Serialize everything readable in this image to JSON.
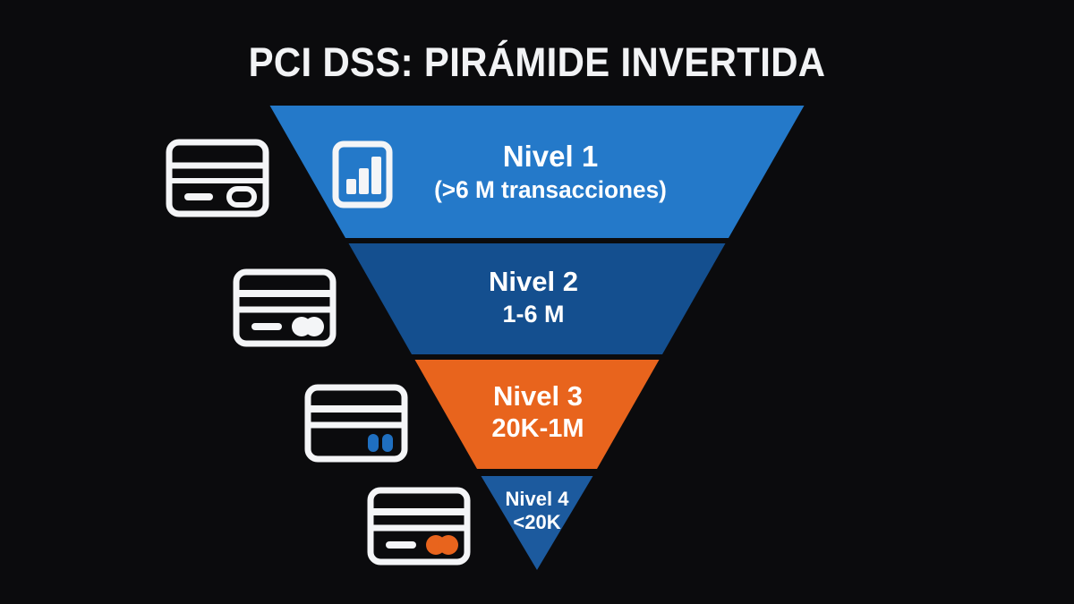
{
  "title": "PCI DSS: PIRÁMIDE INVERTIDA",
  "background_color": "#0b0b0d",
  "title_color": "#f2f3f5",
  "chart_data": {
    "type": "funnel",
    "title": "PCI DSS: PIRÁMIDE INVERTIDA",
    "orientation": "inverted-pyramid",
    "categories": [
      "Nivel 1",
      "Nivel 2",
      "Nivel 3",
      "Nivel 4"
    ],
    "labels": [
      "(>6 M transacciones)",
      "1-6 M",
      "20K-1M",
      "<20K"
    ],
    "colors": [
      "#2479c9",
      "#144f8f",
      "#e8641d",
      "#1c5a9e"
    ],
    "values": [
      6000000,
      6000000,
      1000000,
      20000
    ],
    "legend": "none",
    "grid": false
  },
  "tiers": [
    {
      "name": "Nivel 1",
      "range": "(>6 M transacciones)",
      "color": "#2479c9",
      "icon": "bar-chart-icon",
      "card_icon": "credit-card-icon-plain"
    },
    {
      "name": "Nivel 2",
      "range": "1-6 M",
      "color": "#144f8f",
      "icon": "none",
      "card_icon": "credit-card-icon-white-dual-circle"
    },
    {
      "name": "Nivel 3",
      "range": "20K-1M",
      "color": "#e8641d",
      "icon": "none",
      "card_icon": "credit-card-icon-blue-pills"
    },
    {
      "name": "Nivel 4",
      "range": "<20K",
      "color": "#1c5a9e",
      "icon": "none",
      "card_icon": "credit-card-icon-orange-dual-circle"
    }
  ],
  "accent_colors": {
    "blue_light": "#2479c9",
    "blue_dark": "#144f8f",
    "orange": "#e8641d",
    "blue_mid": "#1c5a9e",
    "icon_white": "#f4f5f7",
    "icon_blue": "#1f6fc0",
    "icon_orange": "#e8641d"
  }
}
